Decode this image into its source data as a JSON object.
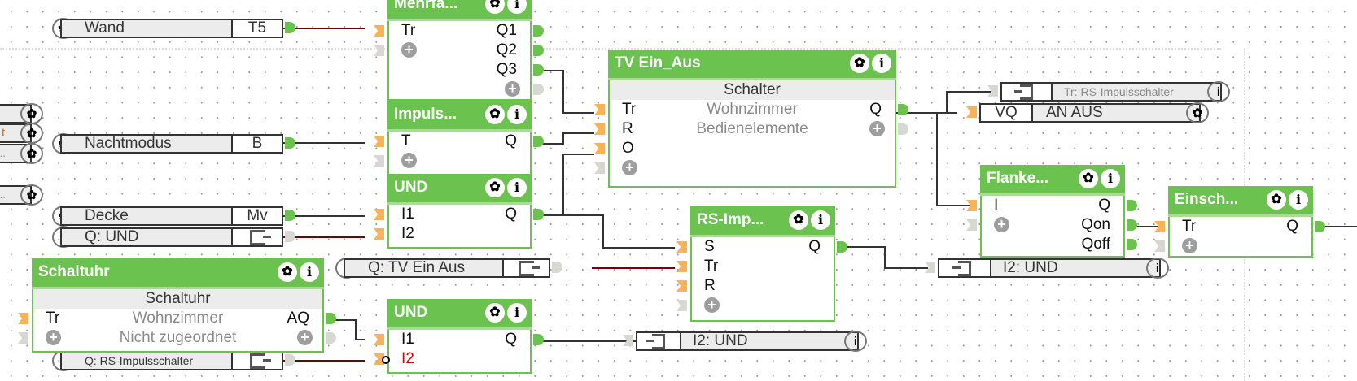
{
  "inputs": {
    "wand": {
      "name": "Wand",
      "value": "T5"
    },
    "nachtmodus": {
      "name": "Nachtmodus",
      "value": "B"
    },
    "decke": {
      "name": "Decke",
      "value": "Mv"
    },
    "q_und": {
      "name": "Q: UND"
    },
    "q_tv": {
      "name": "Q: TV Ein  Aus"
    },
    "q_rs": {
      "name": "Q: RS-Impulsschalter"
    },
    "left_partial": [
      {
        "name": ""
      },
      {
        "name": "t"
      },
      {
        "name": "..."
      },
      {
        "name": "..."
      }
    ]
  },
  "blocks": {
    "mehrfach": {
      "title": "Mehrfa...",
      "inputs": [
        "Tr"
      ],
      "outputs": [
        "Q1",
        "Q2",
        "Q3"
      ]
    },
    "impuls": {
      "title": "Impuls...",
      "inputs": [
        "T"
      ],
      "outputs": [
        "Q"
      ]
    },
    "und1": {
      "title": "UND",
      "inputs": [
        "I1",
        "I2"
      ],
      "outputs": [
        "Q"
      ]
    },
    "tv": {
      "title": "TV Ein_Aus",
      "subtitle": "Schalter",
      "room": "Wohnzimmer",
      "group": "Bedienelemente",
      "inputs": [
        "Tr",
        "R",
        "O"
      ],
      "outputs": [
        "Q"
      ]
    },
    "rs": {
      "title": "RS-Imp...",
      "inputs": [
        "S",
        "Tr",
        "R"
      ],
      "outputs": [
        "Q"
      ]
    },
    "schaltuhr": {
      "title": "Schaltuhr",
      "subtitle": "Schaltuhr",
      "room": "Wohnzimmer",
      "group": "Nicht zugeordnet",
      "inputs": [
        "Tr"
      ],
      "outputs": [
        "AQ"
      ]
    },
    "und2": {
      "title": "UND",
      "inputs": [
        "I1",
        "I2"
      ],
      "outputs": [
        "Q"
      ]
    },
    "flanke": {
      "title": "Flanke...",
      "inputs": [
        "I"
      ],
      "outputs": [
        "Q",
        "Qon",
        "Qoff"
      ]
    },
    "einsch": {
      "title": "Einsch...",
      "inputs": [
        "Tr"
      ],
      "outputs": [
        "Q"
      ]
    }
  },
  "outputs": {
    "tr_rs": {
      "name": "Tr: RS-Impulsschalter"
    },
    "an_aus": {
      "name": "AN  AUS",
      "value": "VQ"
    },
    "i2_und_a": {
      "name": "I2: UND"
    },
    "i2_und_b": {
      "name": "I2: UND"
    }
  },
  "icons": {
    "gear": "✿",
    "info": "i",
    "plus": "+"
  },
  "colors": {
    "block_green": "#6bc24f",
    "pin_orange": "#f7b35b",
    "wire_dark": "#333333",
    "wire_red": "#7a0000",
    "negated_label": "#e00000"
  }
}
